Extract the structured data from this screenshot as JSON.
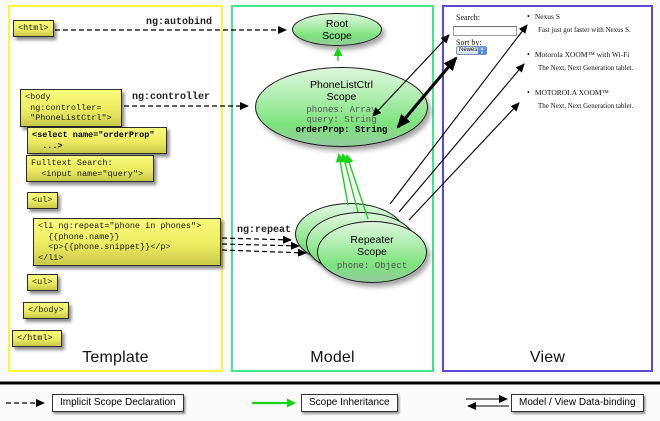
{
  "columns": {
    "template": "Template",
    "model": "Model",
    "view": "View"
  },
  "arrow_labels": {
    "autobind": "ng:autobind",
    "controller": "ng:controller",
    "repeat": "ng:repeat"
  },
  "template": {
    "boxes": {
      "html_open": {
        "lines": [
          "<html>"
        ]
      },
      "body_open": {
        "lines": [
          "<body",
          " ng:controller=",
          " \"PhoneListCtrl\">"
        ]
      },
      "select": {
        "lines": [
          "<select name=\"orderProp\"",
          "  ...>"
        ]
      },
      "fulltext": {
        "lines": [
          "Fulltext Search:",
          "  <input name=\"query\">"
        ]
      },
      "ul_1": {
        "lines": [
          "<ul>"
        ]
      },
      "li_repeat": {
        "lines": [
          "<li ng:repeat=\"phone in phones\">",
          "  {{phone.name}}",
          "  <p>{{phone.snippet}}</p>",
          "</li>"
        ]
      },
      "ul_2": {
        "lines": [
          "<ul>"
        ]
      },
      "body_close": {
        "lines": [
          "</body>"
        ]
      },
      "html_close": {
        "lines": [
          "</html>"
        ]
      }
    }
  },
  "model": {
    "root_scope": {
      "line1": "Root",
      "line2": "Scope"
    },
    "phonelist_scope": {
      "line1": "PhoneListCtrl",
      "line2": "Scope",
      "props": [
        "phones: Array",
        "query: String",
        "orderProp: String"
      ]
    },
    "repeater_scope": {
      "line1": "Repeater",
      "line2": "Scope",
      "prop": "phone: Object"
    }
  },
  "view": {
    "search_label": "Search:",
    "search_value": "",
    "sort_label": "Sort by:",
    "sort_value": "Newest",
    "items": [
      {
        "name": "Nexus S",
        "desc": "Fast just got faster with Nexus S."
      },
      {
        "name": "Motorola XOOM™ with Wi-Fi",
        "desc": "The Next, Next Generation tablet."
      },
      {
        "name": "MOTOROLA XOOM™",
        "desc": "The Next, Next Generation tablet."
      }
    ]
  },
  "legend": {
    "implicit": "Implicit Scope Declaration",
    "inheritance": "Scope Inheritance",
    "binding": "Model / View Data-binding"
  },
  "colors": {
    "template_border": "#f8f833",
    "model_border": "#43e68c",
    "view_border": "#5a49d8",
    "code_box_fill": "#ecec62",
    "scope_fill": "#7ce27c",
    "inheritance_green": "#17d417"
  }
}
